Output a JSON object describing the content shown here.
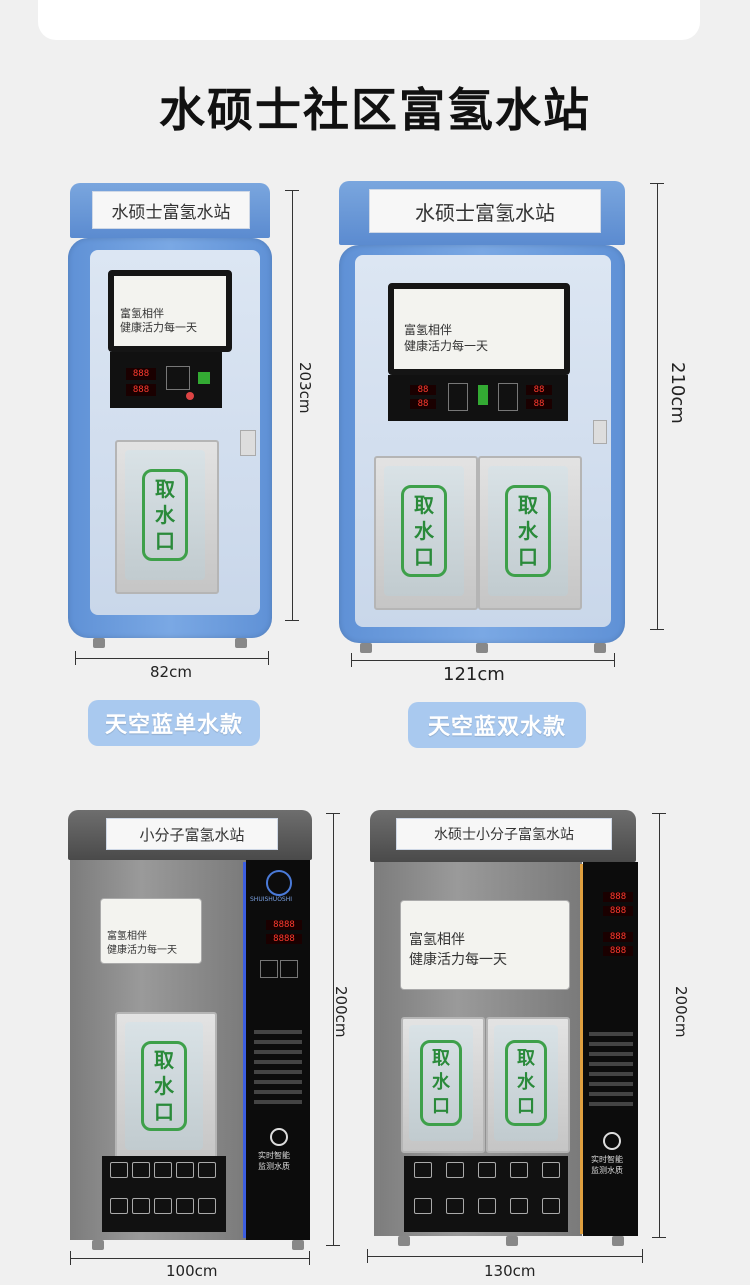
{
  "page_title": "水硕士社区富氢水站",
  "models": [
    {
      "id": "blue-single",
      "sign_text": "水硕士富氢水站",
      "screen_line1": "富氢相伴",
      "screen_line2": "健康活力每一天",
      "door_label": [
        "取",
        "水",
        "口"
      ],
      "height": "203cm",
      "width": "82cm",
      "pill_label": "天空蓝单水款"
    },
    {
      "id": "blue-double",
      "sign_text": "水硕士富氢水站",
      "screen_line1": "富氢相伴",
      "screen_line2": "健康活力每一天",
      "door_label": [
        "取",
        "水",
        "口"
      ],
      "height": "210cm",
      "width": "121cm",
      "pill_label": "天空蓝双水款"
    },
    {
      "id": "grey-single",
      "sign_text": "小分子富氢水站",
      "screen_line1": "富氢相伴",
      "screen_line2": "健康活力每一天",
      "door_label": [
        "取",
        "水",
        "口"
      ],
      "height": "200cm",
      "width": "100cm",
      "panel_text": "实时智能\n监测水质",
      "brand_text": "SHUISHUOSHI"
    },
    {
      "id": "grey-double",
      "sign_text": "水硕士小分子富氢水站",
      "screen_line1": "富氢相伴",
      "screen_line2": "健康活力每一天",
      "door_label": [
        "取",
        "水",
        "口"
      ],
      "height": "200cm",
      "width": "130cm",
      "panel_text": "实时智能\n监测水质"
    }
  ],
  "colors": {
    "blue_body": "#6a9bdc",
    "pill_bg": "#a9c9ef",
    "green_label": "#2a8a3a",
    "grey_body": "#8a8a8a"
  }
}
